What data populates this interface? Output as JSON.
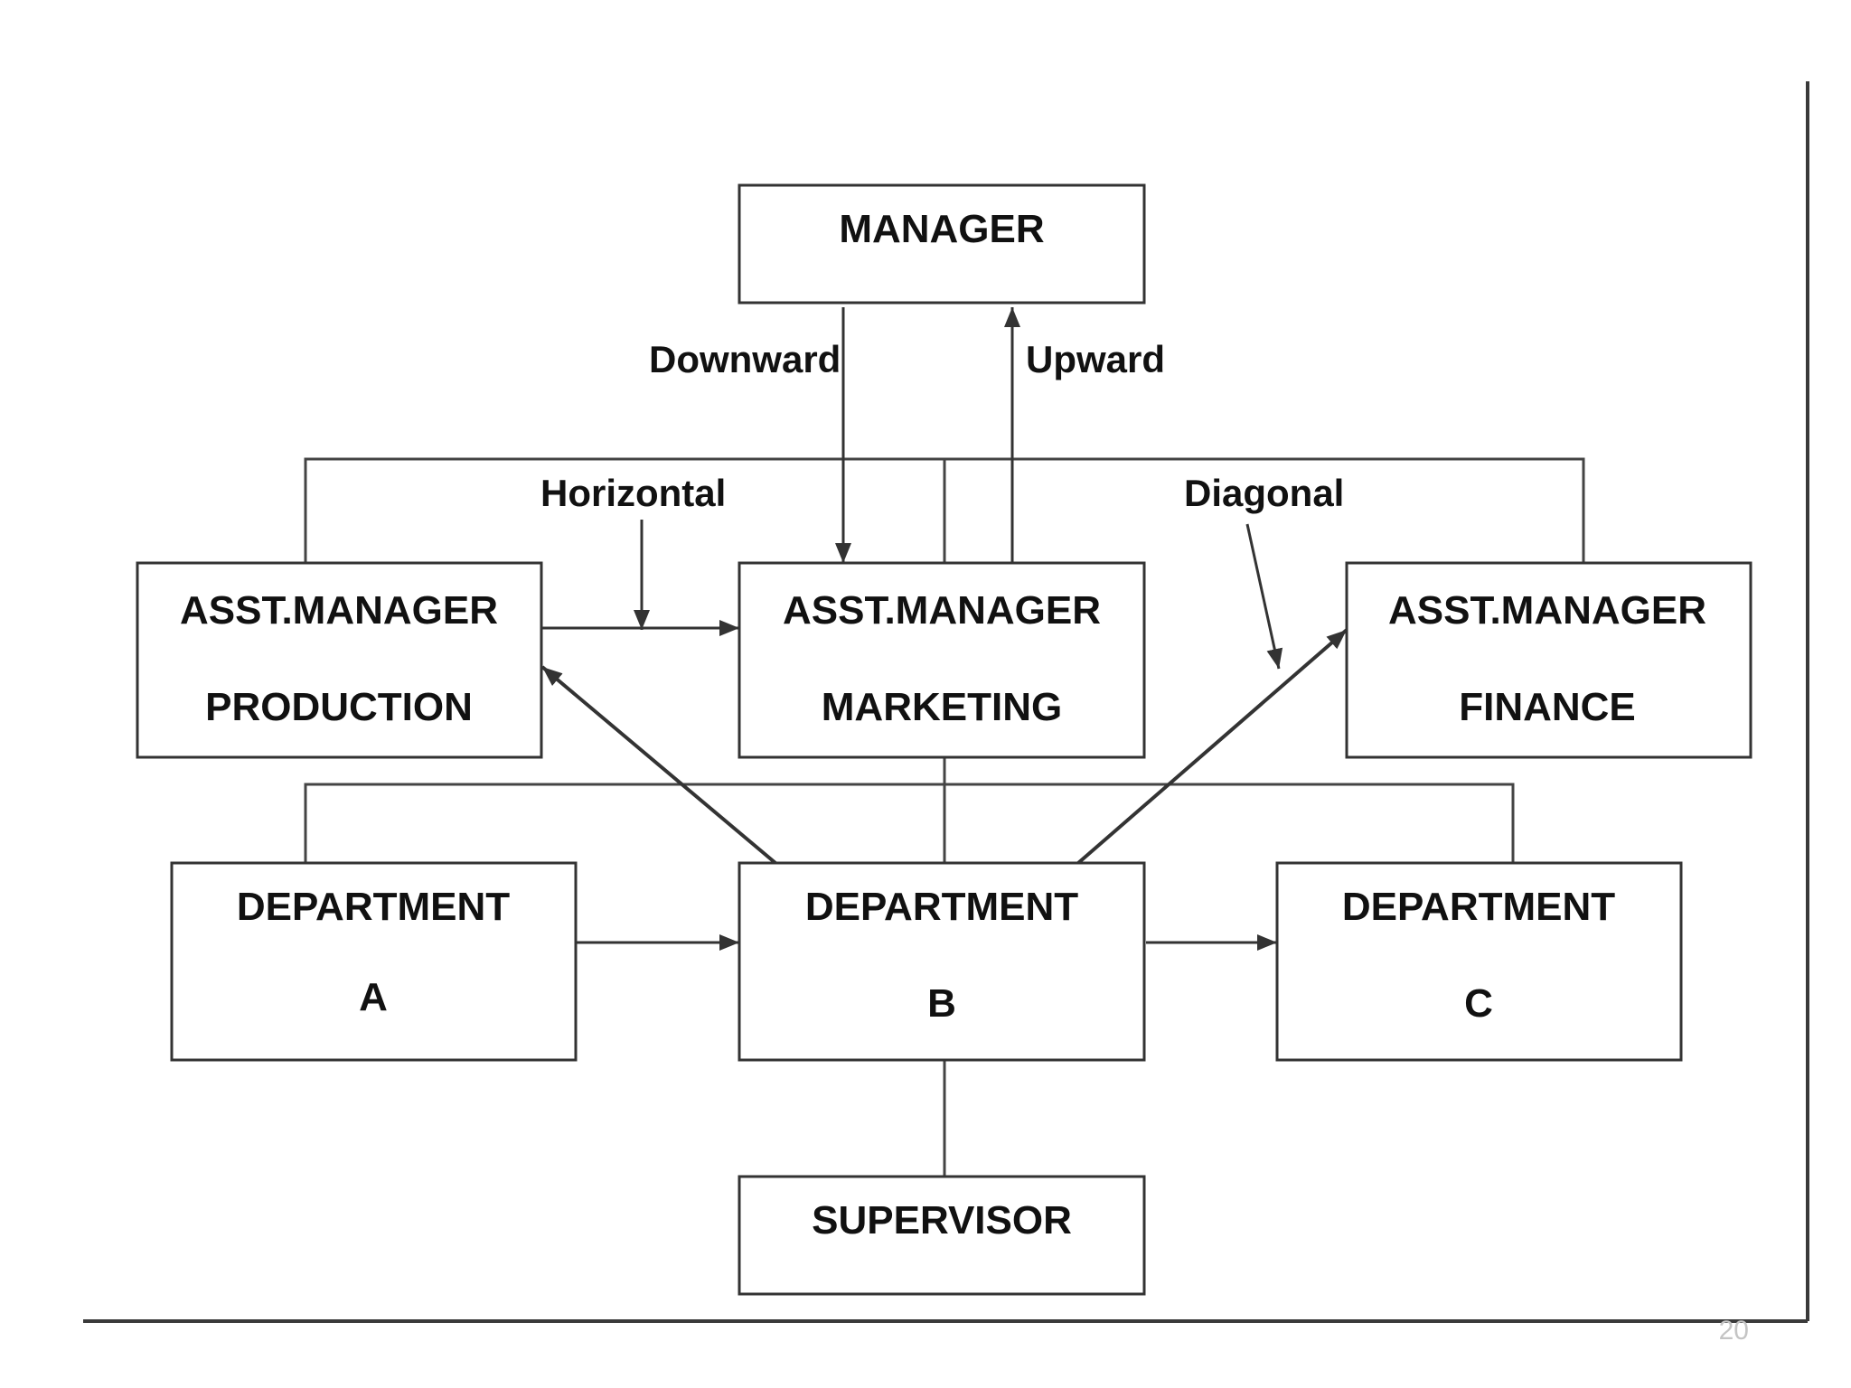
{
  "diagram": {
    "nodes": {
      "manager": {
        "line1": "MANAGER"
      },
      "production": {
        "line1": "ASST.MANAGER",
        "line2": "PRODUCTION"
      },
      "marketing": {
        "line1": "ASST.MANAGER",
        "line2": "MARKETING"
      },
      "finance": {
        "line1": "ASST.MANAGER",
        "line2": "FINANCE"
      },
      "dept_a": {
        "line1": "DEPARTMENT",
        "line2": "A"
      },
      "dept_b": {
        "line1": "DEPARTMENT",
        "line2": "B"
      },
      "dept_c": {
        "line1": "DEPARTMENT",
        "line2": "C"
      },
      "supervisor": {
        "line1": "SUPERVISOR"
      }
    },
    "edge_labels": {
      "downward": "Downward",
      "upward": "Upward",
      "horizontal": "Horizontal",
      "diagonal": "Diagonal"
    }
  },
  "slide": {
    "page_number": "20"
  },
  "colors": {
    "line": "#444444",
    "box_border": "#333333",
    "text": "#111111",
    "frame_shadow": "#555555"
  }
}
